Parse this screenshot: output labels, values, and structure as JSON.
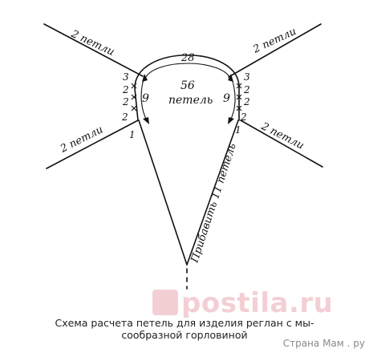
{
  "labels": {
    "top_left": "2 петли",
    "top_right": "2 петли",
    "mid_left": "2 петли",
    "mid_right": "2 петли",
    "arc_count": "28",
    "center_count": "56",
    "center_unit": "петель",
    "left_side_count": "9",
    "right_side_count": "9",
    "left_stack": [
      "3",
      "2",
      "2",
      "2"
    ],
    "right_stack": [
      "3",
      "2",
      "2",
      "2"
    ],
    "left_start": "1",
    "right_start": "1",
    "add_note": "Прибавить 11 петель"
  },
  "caption": {
    "line1": "Схема расчета петель для изделия реглан с мы-",
    "line2": "сообразной горловиной"
  },
  "watermark": {
    "logo": "postila.ru",
    "site": "Страна Мам . ру"
  }
}
